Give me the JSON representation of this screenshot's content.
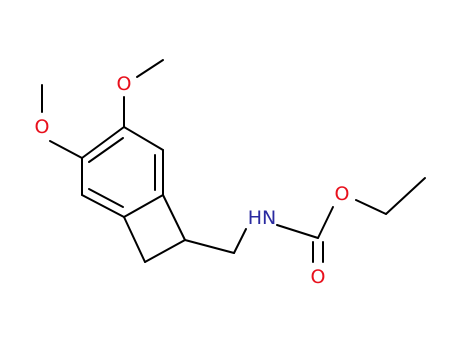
{
  "diagram": {
    "atoms": [
      {
        "id": "oxygen-methoxy-1",
        "symbol": "O",
        "color": "#e8101c"
      },
      {
        "id": "oxygen-methoxy-2",
        "symbol": "O",
        "color": "#e8101c"
      },
      {
        "id": "nitrogen-carbamate",
        "symbol": "HN",
        "color": "#2a2aa0"
      },
      {
        "id": "oxygen-ester",
        "symbol": "O",
        "color": "#e8101c"
      },
      {
        "id": "oxygen-carbonyl",
        "symbol": "O",
        "color": "#e8101c"
      }
    ],
    "bond_color": "#000000"
  }
}
